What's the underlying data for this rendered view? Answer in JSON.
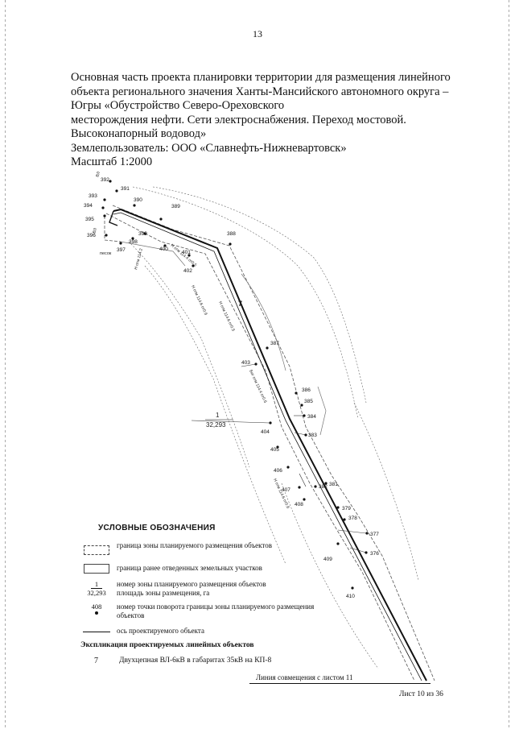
{
  "page": {
    "number": "13"
  },
  "title": {
    "lines": [
      "Основная часть проекта планировки территории  для размещения линейного",
      "объекта регионального значения Ханты-Мансийского автономного округа –",
      "Югры «Обустройство Северо-Ореховского",
      "месторождения нефти. Сети электроснабжения. Переход мостовой.",
      "Высоконапорный водовод»",
      "Землепользователь: ООО «Славнефть-Нижневартовск»",
      "Масштаб 1:2000"
    ]
  },
  "plan": {
    "point_labels": [
      "392",
      "391",
      "390",
      "389",
      "393",
      "394",
      "395",
      "396",
      "397",
      "398",
      "399",
      "400",
      "401",
      "402",
      "388",
      "387",
      "403",
      "404",
      "405",
      "406",
      "407",
      "408",
      "386",
      "385",
      "384",
      "383",
      "382",
      "381",
      "379",
      "378",
      "377",
      "376",
      "409",
      "410"
    ],
    "zone_number": "1",
    "zone_area": "32,293",
    "object_number": "7",
    "object_labels": [
      "ВЛ",
      "ВЛ",
      "песок",
      "Н отм 114.2",
      "Н отм 114.4 от0.5",
      "Н отм 114.6 от0.6",
      "Н отм 114.6 от0.5",
      "Бег отм 114.4 от0.6",
      "Н отм 114.6 от0.6"
    ]
  },
  "legend": {
    "title": "УСЛОВНЫЕ ОБОЗНАЧЕНИЯ",
    "items": [
      {
        "symbol": "dashed-box",
        "text": "граница зоны планируемого размещения объектов"
      },
      {
        "symbol": "solid-box",
        "text": "граница ранее отведенных земельных участков"
      },
      {
        "symbol": "fraction",
        "sym_top": "1",
        "sym_bottom": "32,293",
        "text": "номер зоны планируемого размещения объектов площадь зоны размещения, га"
      },
      {
        "symbol": "point",
        "sym_top": "408",
        "text": "номер точки поворота границы зоны планируемого размещения объектов"
      },
      {
        "symbol": "line",
        "text": "ось проектируемого объекта"
      }
    ]
  },
  "explication": {
    "title": "Экспликация проектируемых линейных объектов",
    "number": "7",
    "text": "Двухцепная ВЛ-6кВ в габаритах 35кВ на КП-8"
  },
  "footer": {
    "combine_line": "Линия совмещения с листом 11",
    "sheet": "Лист 10 из 36"
  }
}
